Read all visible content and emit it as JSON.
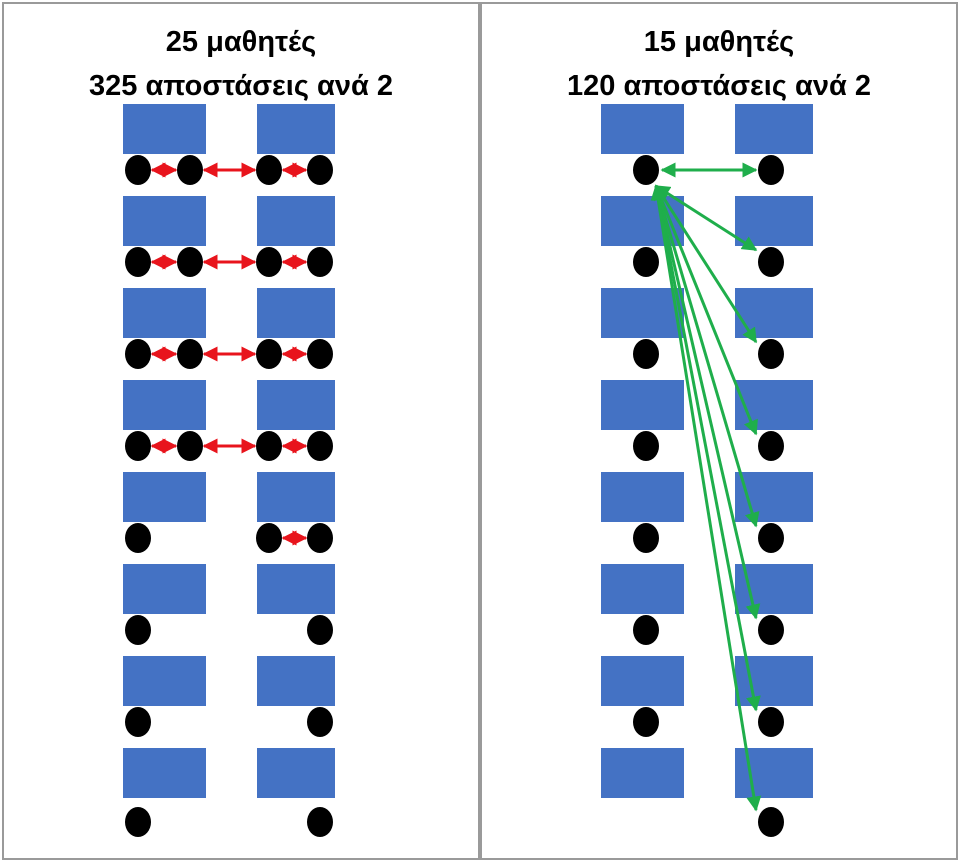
{
  "panels": [
    {
      "title_line1": "25 μαθητές",
      "title_line2": "325 αποστάσεις ανά 2",
      "student_count": 25,
      "pair_count": 325,
      "arrow_style": "red-double"
    },
    {
      "title_line1": "15 μαθητές",
      "title_line2": "120 αποστάσεις ανά 2",
      "student_count": 15,
      "pair_count": 120,
      "arrow_style": "green-fan"
    }
  ],
  "colors": {
    "desk": "#4472c4",
    "student": "#000000",
    "red_arrow": "#e8141c",
    "green_arrow": "#1fae4b",
    "border": "#9a9a9a"
  },
  "icons": {
    "desk": "desk-rectangle",
    "student": "student-dot"
  }
}
